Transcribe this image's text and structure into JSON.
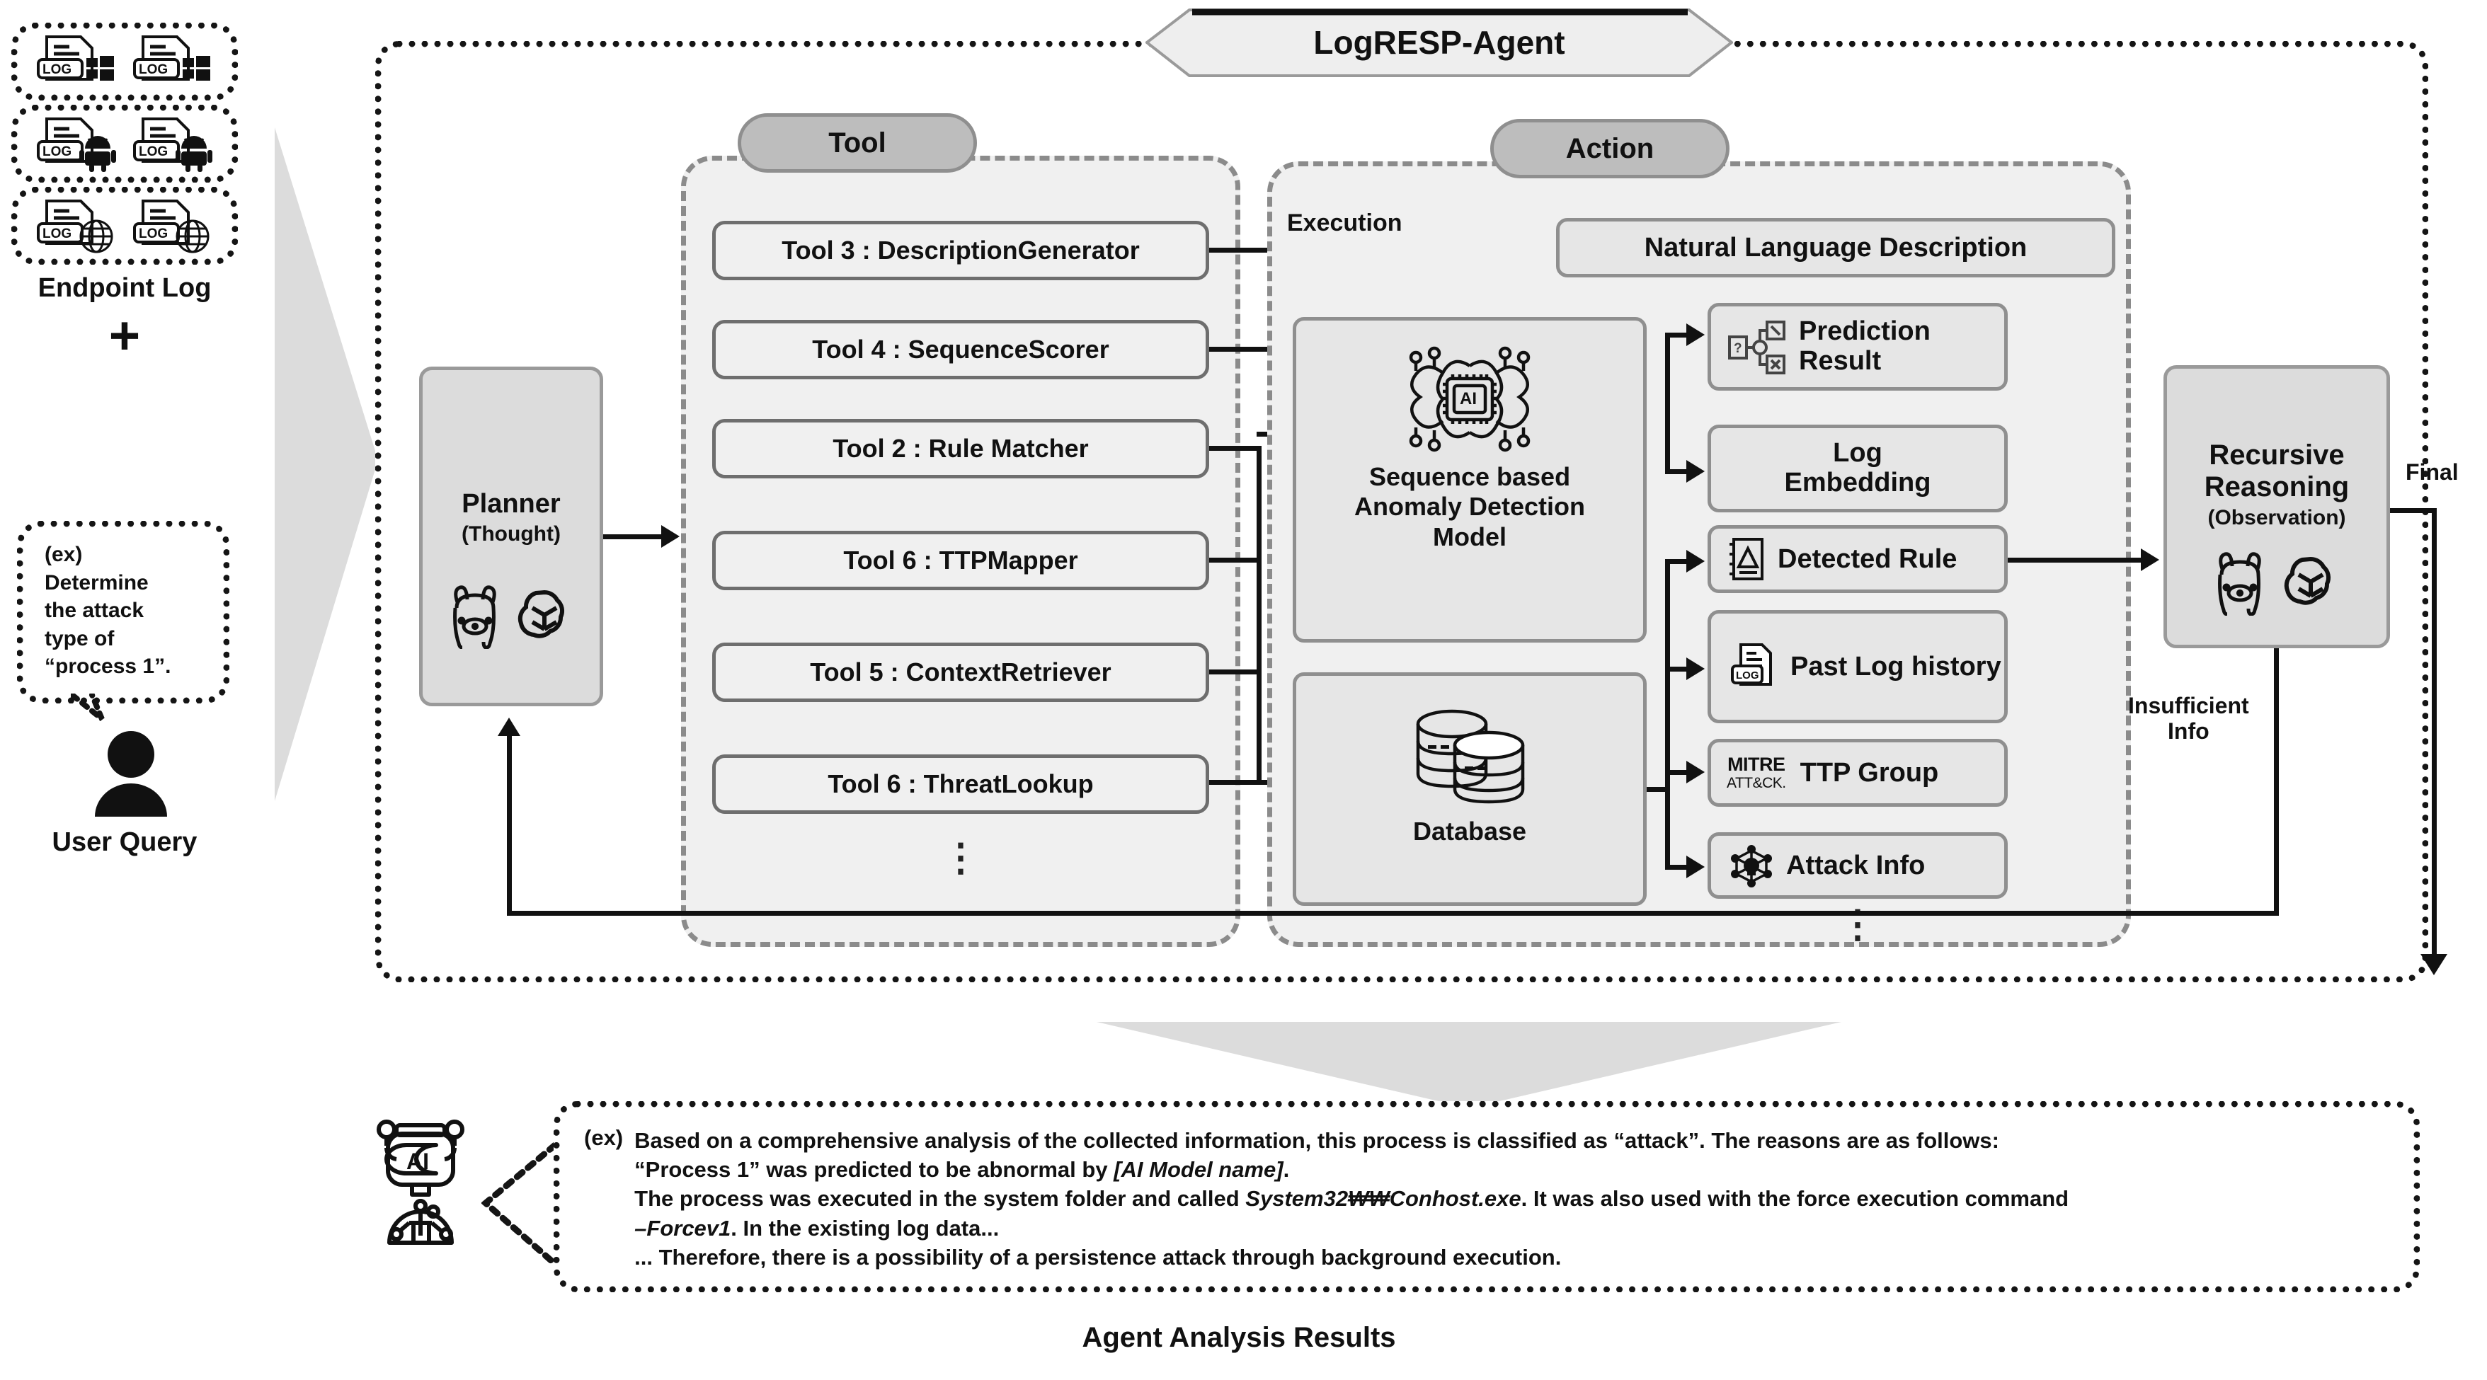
{
  "title": "LogRESP-Agent",
  "left_panel": {
    "log_groups": [
      {
        "name": "windows-log-group",
        "icons": [
          "log-file-windows-icon",
          "log-file-windows-icon"
        ]
      },
      {
        "name": "android-log-group",
        "icons": [
          "log-file-android-icon",
          "log-file-android-icon"
        ]
      },
      {
        "name": "web-log-group",
        "icons": [
          "log-file-web-icon",
          "log-file-web-icon"
        ]
      }
    ],
    "endpoint_log_label": "Endpoint Log",
    "plus_symbol": "+",
    "query_bubble": {
      "prefix": "(ex)",
      "lines": [
        "Determine",
        "the attack",
        "type of",
        "“process 1”."
      ]
    },
    "user_query_label": "User Query"
  },
  "planner": {
    "title": "Planner",
    "subtitle": "(Thought)",
    "model_icons": [
      "llama-icon",
      "openai-icon"
    ]
  },
  "tool_panel": {
    "header": "Tool",
    "items": [
      {
        "label": "Tool 3 : DescriptionGenerator"
      },
      {
        "label": "Tool 4 : SequenceScorer"
      },
      {
        "label": "Tool 2 : Rule Matcher"
      },
      {
        "label": "Tool 6 : TTPMapper"
      },
      {
        "label": "Tool 5 : ContextRetriever"
      },
      {
        "label": "Tool 6 : ThreatLookup"
      }
    ],
    "more_indicator": "⋮"
  },
  "action_panel": {
    "header": "Action",
    "execution_label": "Execution",
    "nl_description": "Natural Language Description",
    "engines": [
      {
        "name": "Sequence based Anomaly Detection Model",
        "icon": "ai-chip-icon"
      },
      {
        "name": "Database",
        "icon": "database-icon"
      }
    ],
    "outputs": [
      {
        "label": "Prediction\nResult",
        "icon": "prediction-tree-icon"
      },
      {
        "label": "Log\nEmbedding",
        "icon": ""
      },
      {
        "label": "Detected Rule",
        "icon": "rule-book-icon"
      },
      {
        "label": "Past Log history",
        "icon": "log-history-icon"
      },
      {
        "label": "TTP Group",
        "icon": "mitre-attack-icon"
      },
      {
        "label": "Attack Info",
        "icon": "attack-node-icon"
      }
    ],
    "more_indicator": "⋮",
    "mitre_logo": {
      "line1": "MITRE",
      "line2": "ATT&CK."
    }
  },
  "recursive": {
    "title_line1": "Recursive",
    "title_line2": "Reasoning",
    "subtitle": "(Observation)",
    "model_icons": [
      "llama-icon",
      "openai-icon"
    ],
    "final_label": "Final",
    "insufficient_label_line1": "Insufficient",
    "insufficient_label_line2": "Info"
  },
  "result": {
    "icon": "ai-robot-icon",
    "prefix": "(ex)",
    "lines": [
      {
        "segments": [
          {
            "text": "Based on a comprehensive analysis of the collected information, this process is classified as “attack”. The reasons are as follows:",
            "style": "normal"
          }
        ]
      },
      {
        "segments": [
          {
            "text": "“Process 1” was predicted to be abnormal by ",
            "style": "normal"
          },
          {
            "text": "[AI Model name]",
            "style": "italic"
          },
          {
            "text": ".",
            "style": "normal"
          }
        ]
      },
      {
        "segments": [
          {
            "text": "The process was executed in the system folder and called ",
            "style": "normal"
          },
          {
            "text": "System32₩₩Conhost.exe",
            "style": "italic"
          },
          {
            "text": ". It was also used with the force execution command",
            "style": "normal"
          }
        ]
      },
      {
        "segments": [
          {
            "text": "–Forcev1",
            "style": "italic"
          },
          {
            "text": ". In the existing log data...",
            "style": "normal"
          }
        ]
      },
      {
        "segments": [
          {
            "text": "... Therefore, there is a possibility of a persistence attack through background execution.",
            "style": "normal"
          }
        ]
      }
    ],
    "caption": "Agent Analysis Results"
  },
  "colors": {
    "panel_fill": "#f0f0f0",
    "card_fill": "#e6e6e6",
    "pill_fill": "#bdbdbd",
    "border_grey": "#8f8f8f",
    "arrow_grey": "#dcdcdc",
    "line_black": "#111111"
  }
}
